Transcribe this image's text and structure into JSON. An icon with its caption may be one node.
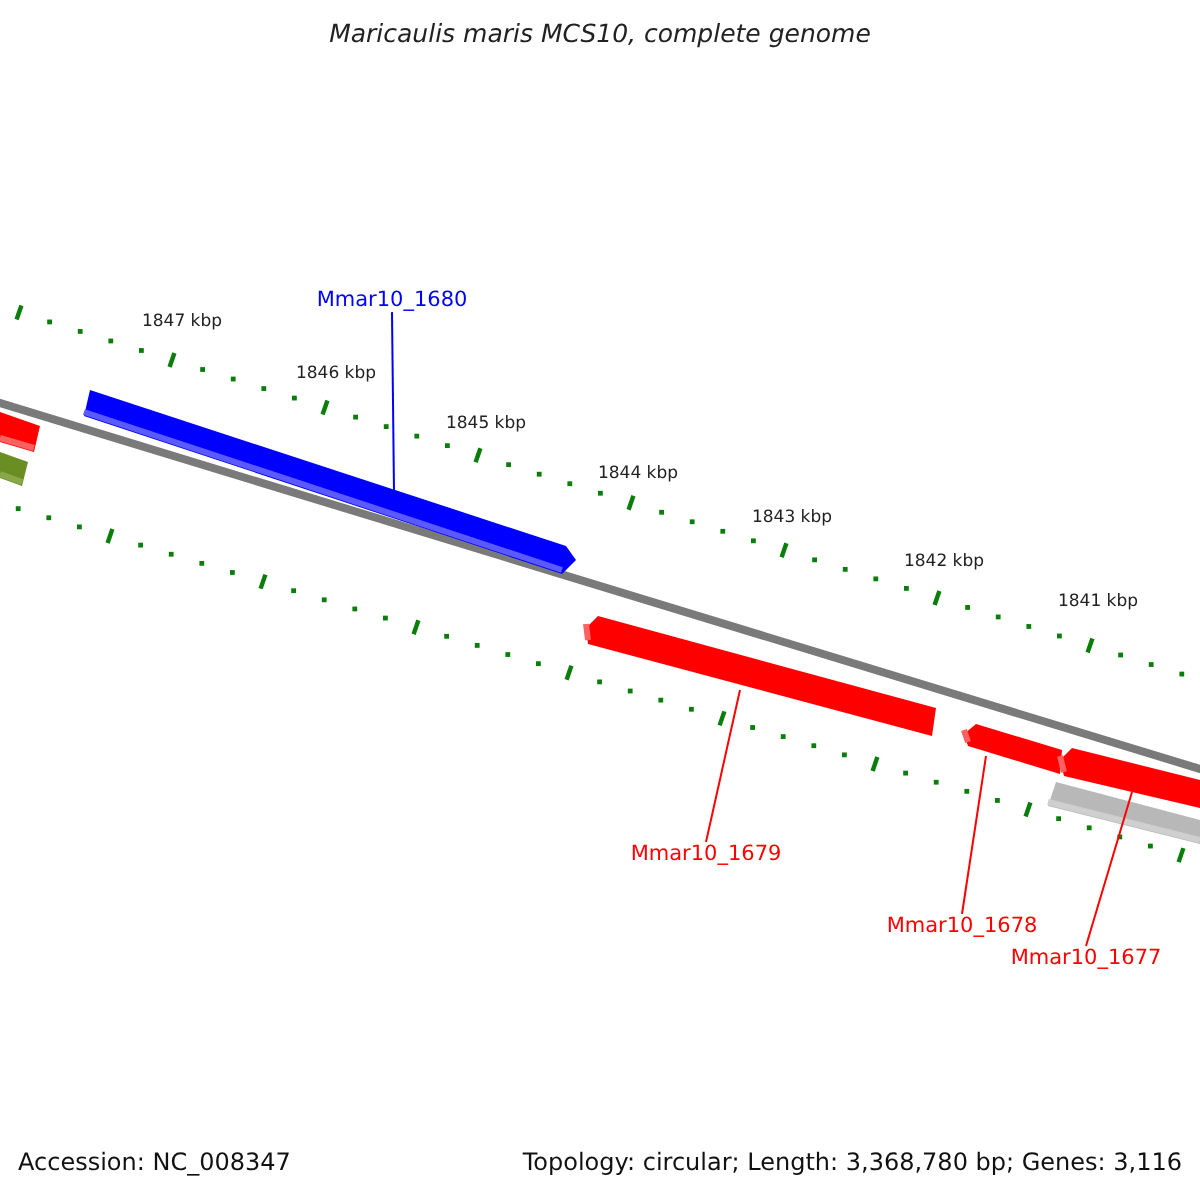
{
  "diagram": {
    "title": "Maricaulis maris MCS10, complete genome",
    "nodes": [
      {
        "text": [
          "Mmar10_1680"
        ]
      },
      {
        "text": [],
        "shape": "bar"
      },
      {
        "text": [
          "Mmar10_1679"
        ]
      },
      {
        "text": [],
        "shape": "bar"
      },
      {
        "text": [
          "Mmar10_1678"
        ]
      },
      {
        "text": [],
        "shape": "bar"
      },
      {
        "text": [
          "Mmar10_1677"
        ]
      },
      {
        "text": [],
        "shape": "bar"
      },
      {
        "text": [],
        "shape": "bar"
      },
      {
        "text": [],
        "shape": "bar"
      },
      {
        "text": [],
        "shape": "bar"
      }
    ],
    "edges": [
      {
        "from": 0,
        "to": 1,
        "arrow": "none",
        "color": "#0000ff"
      },
      {
        "from": 2,
        "to": 3,
        "arrow": "none"
      },
      {
        "from": 4,
        "to": 5,
        "arrow": "none"
      },
      {
        "from": 6,
        "to": 7,
        "arrow": "none"
      }
    ],
    "labels": [
      "1847 kbp",
      "1846 kbp",
      "1845 kbp",
      "1844 kbp",
      "1843 kbp",
      "1842 kbp",
      "1841 kbp",
      "Accession: NC_008347",
      "Topology: circular; Length: 3,368,780 bp; Genes: 3,116"
    ]
  }
}
